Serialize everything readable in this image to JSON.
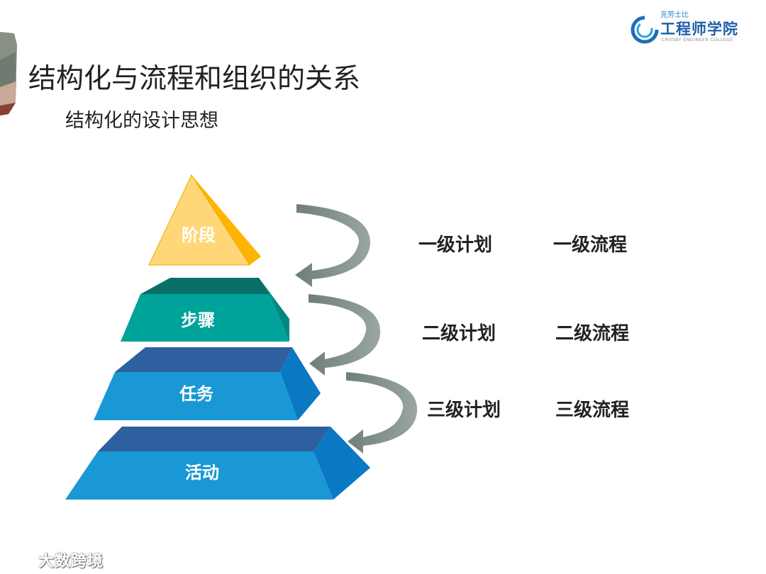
{
  "slide": {
    "title": "结构化与流程和组织的关系",
    "subtitle": "结构化的设计思想"
  },
  "logo": {
    "small_text": "克劳士比",
    "main_text": "工程师学院",
    "en_text": "CROSBY ENGINEER COLLEGE"
  },
  "pyramid": {
    "levels": [
      {
        "label": "阶段",
        "color": "#ffc000"
      },
      {
        "label": "步骤",
        "color": "#00a39a"
      },
      {
        "label": "任务",
        "color": "#1a98d5"
      },
      {
        "label": "活动",
        "color": "#1a98d5"
      }
    ]
  },
  "plans": [
    {
      "plan": "一级计划",
      "process": "一级流程"
    },
    {
      "plan": "二级计划",
      "process": "二级流程"
    },
    {
      "plan": "三级计划",
      "process": "三级流程"
    }
  ],
  "watermark": {
    "text": "大数跨境"
  }
}
